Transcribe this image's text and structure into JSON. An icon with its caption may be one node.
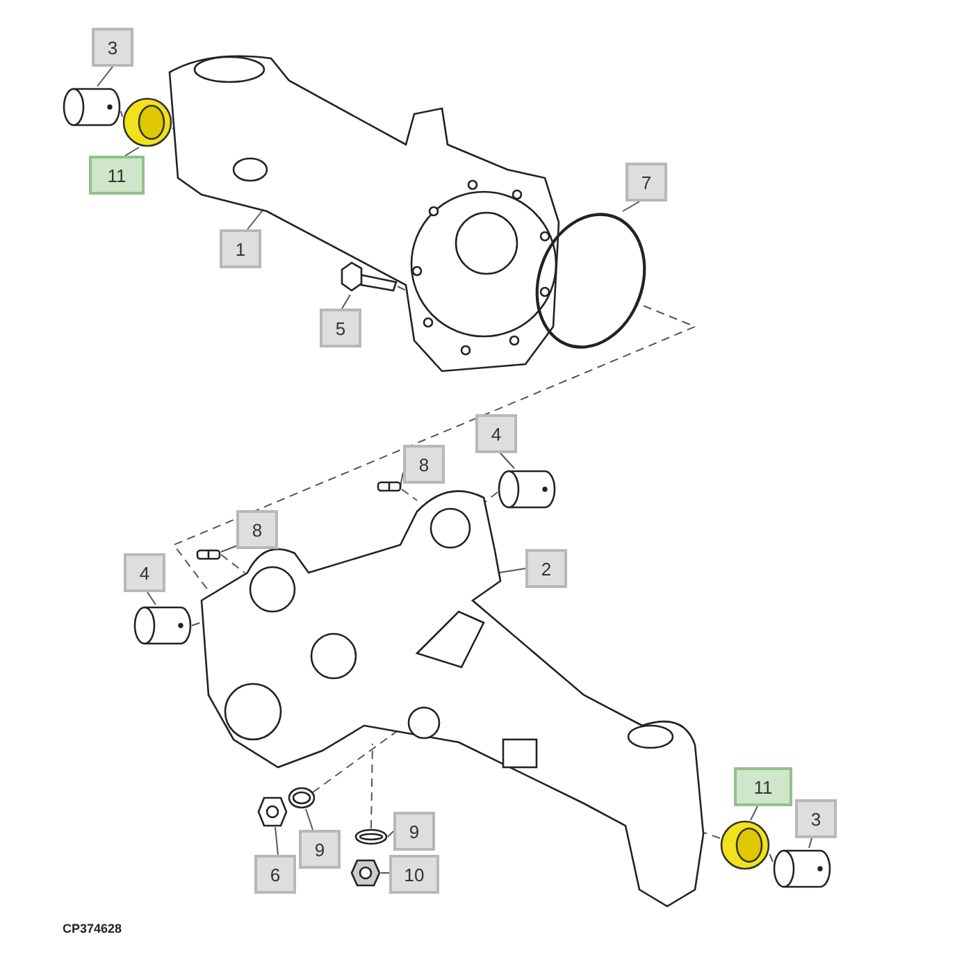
{
  "diagram": {
    "nodes": [
      {
        "text": [
          "3"
        ]
      },
      {
        "text": [
          "11"
        ]
      },
      {
        "text": [
          "7"
        ]
      },
      {
        "text": [
          "1"
        ]
      },
      {
        "text": [
          "5"
        ]
      },
      {
        "text": [
          "4"
        ]
      },
      {
        "text": [
          "8"
        ]
      },
      {
        "text": [
          "8"
        ]
      },
      {
        "text": [
          "4"
        ]
      },
      {
        "text": [
          "2"
        ]
      },
      {
        "text": [
          "11"
        ]
      },
      {
        "text": [
          "3"
        ]
      },
      {
        "text": [
          "9"
        ]
      },
      {
        "text": [
          "9"
        ]
      },
      {
        "text": [
          "6"
        ]
      },
      {
        "text": [
          "10"
        ]
      },
      {
        "text": [],
        "shape": "cylinder"
      },
      {
        "text": [],
        "shape": "picture"
      },
      {
        "text": [],
        "shape": "picture"
      },
      {
        "text": [],
        "shape": "picture"
      },
      {
        "text": [],
        "shape": "picture"
      },
      {
        "text": [],
        "shape": "bar"
      },
      {
        "text": [],
        "shape": "cylinder"
      },
      {
        "text": [],
        "shape": "bar"
      },
      {
        "text": [],
        "shape": "picture"
      },
      {
        "text": [],
        "shape": "cylinder"
      },
      {
        "text": [],
        "shape": "picture"
      },
      {
        "text": [],
        "shape": "picture"
      },
      {
        "text": [],
        "shape": "picture"
      },
      {
        "text": [],
        "shape": "picture"
      },
      {
        "text": [],
        "shape": "picture"
      },
      {
        "text": [],
        "shape": "cylinder"
      }
    ],
    "edges": [
      {
        "from": 0,
        "to": 16,
        "arrow": "none"
      },
      {
        "from": 1,
        "to": 17,
        "arrow": "none"
      },
      {
        "from": 2,
        "to": 19,
        "arrow": "none"
      },
      {
        "from": 3,
        "to": 18,
        "arrow": "none"
      },
      {
        "from": 4,
        "to": 20,
        "arrow": "none"
      },
      {
        "from": 5,
        "to": 22,
        "arrow": "none"
      },
      {
        "from": 6,
        "to": 21,
        "arrow": "none"
      },
      {
        "from": 7,
        "to": 23,
        "arrow": "none"
      },
      {
        "from": 8,
        "to": 25,
        "arrow": "none"
      },
      {
        "from": 9,
        "to": 24,
        "arrow": "none"
      },
      {
        "from": 10,
        "to": 29,
        "arrow": "none"
      },
      {
        "from": 11,
        "to": 31,
        "arrow": "none"
      },
      {
        "from": 12,
        "to": 27,
        "arrow": "none"
      },
      {
        "from": 13,
        "to": 28,
        "arrow": "none"
      },
      {
        "from": 14,
        "to": 26,
        "arrow": "none"
      },
      {
        "from": 15,
        "to": 30,
        "arrow": "none"
      },
      {
        "from": 16,
        "to": 17,
        "arrow": "none",
        "style": "dashed"
      },
      {
        "from": 17,
        "to": 18,
        "arrow": "none",
        "style": "dashed"
      },
      {
        "from": 20,
        "to": 18,
        "arrow": "none",
        "style": "dashed"
      },
      {
        "from": 19,
        "to": 24,
        "arrow": "none",
        "style": "dashed"
      },
      {
        "from": 21,
        "to": 24,
        "arrow": "none",
        "style": "dashed"
      },
      {
        "from": 22,
        "to": 24,
        "arrow": "none",
        "style": "dashed"
      },
      {
        "from": 23,
        "to": 24,
        "arrow": "none",
        "style": "dashed"
      },
      {
        "from": 25,
        "to": 24,
        "arrow": "none",
        "style": "dashed"
      },
      {
        "from": 27,
        "to": 24,
        "arrow": "none",
        "style": "dashed"
      },
      {
        "from": 28,
        "to": 24,
        "arrow": "none",
        "style": "dashed"
      },
      {
        "from": 29,
        "to": 24,
        "arrow": "none",
        "style": "dashed"
      },
      {
        "from": 31,
        "to": 29,
        "arrow": "none",
        "style": "dashed"
      }
    ],
    "labels": [
      "CP374628"
    ]
  }
}
